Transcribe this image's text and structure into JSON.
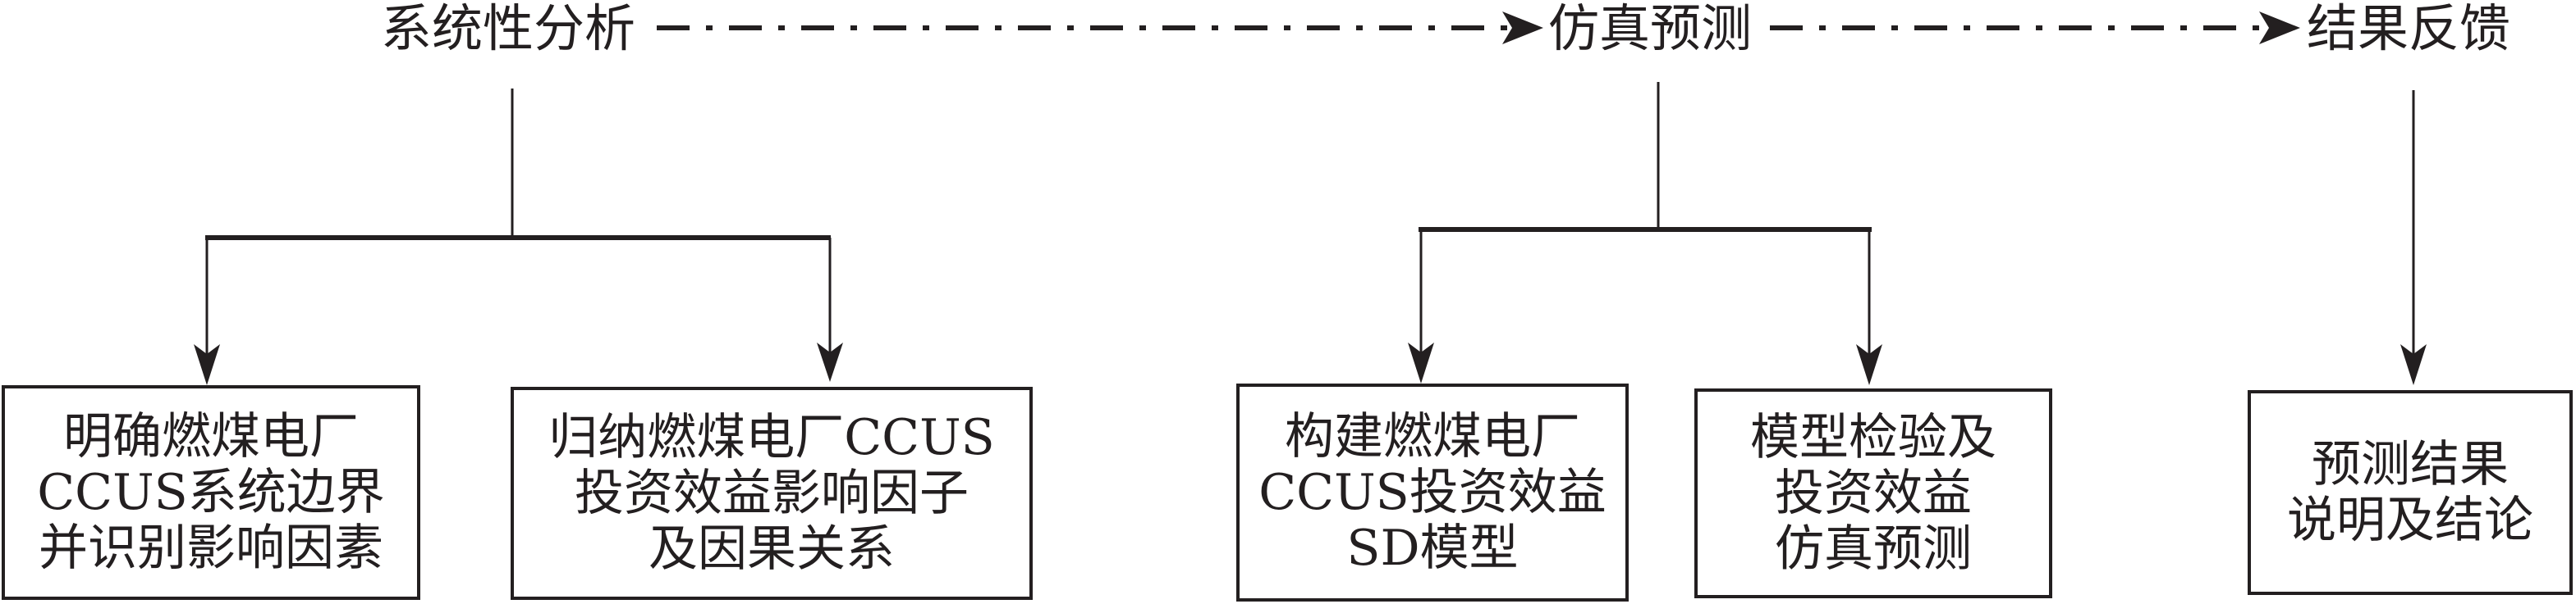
{
  "diagram": {
    "colors": {
      "line": "#231f20",
      "background": "#ffffff"
    },
    "stages": [
      {
        "id": "analysis",
        "label": "系统性分析"
      },
      {
        "id": "simulation",
        "label": "仿真预测"
      },
      {
        "id": "feedback",
        "label": "结果反馈"
      }
    ],
    "boxes": [
      {
        "id": "box1",
        "stage": "analysis",
        "lines": [
          "明确燃煤电厂",
          "CCUS系统边界",
          "并识别影响因素"
        ]
      },
      {
        "id": "box2",
        "stage": "analysis",
        "lines": [
          "归纳燃煤电厂CCUS",
          "投资效益影响因子",
          "及因果关系"
        ]
      },
      {
        "id": "box3",
        "stage": "simulation",
        "lines": [
          "构建燃煤电厂",
          "CCUS投资效益",
          "SD模型"
        ]
      },
      {
        "id": "box4",
        "stage": "simulation",
        "lines": [
          "模型检验及",
          "投资效益",
          "仿真预测"
        ]
      },
      {
        "id": "box5",
        "stage": "feedback",
        "lines": [
          "预测结果",
          "说明及结论"
        ]
      }
    ],
    "flow_arrows": [
      {
        "from": "analysis",
        "to": "simulation",
        "style": "dash-dot"
      },
      {
        "from": "simulation",
        "to": "feedback",
        "style": "dash-dot"
      }
    ]
  }
}
